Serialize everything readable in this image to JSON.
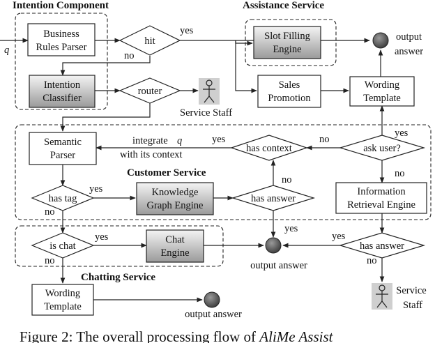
{
  "groups": {
    "intention": "Intention Component",
    "assistance": "Assistance Service",
    "customer": "Customer Service",
    "chatting": "Chatting Service"
  },
  "nodes": {
    "business_rules_1": "Business",
    "business_rules_2": "Rules Parser",
    "hit": "hit",
    "slot_filling_1": "Slot Filling",
    "slot_filling_2": "Engine",
    "output_answer_top_1": "output",
    "output_answer_top_2": "answer",
    "intention_classifier_1": "Intention",
    "intention_classifier_2": "Classifier",
    "router": "router",
    "service_staff_top": "Service Staff",
    "sales_promotion_1": "Sales",
    "sales_promotion_2": "Promotion",
    "wording_template_top_1": "Wording",
    "wording_template_top_2": "Template",
    "semantic_parser_1": "Semantic",
    "semantic_parser_2": "Parser",
    "has_context": "has context",
    "ask_user": "ask user?",
    "has_tag": "has tag",
    "kg_engine_1": "Knowledge",
    "kg_engine_2": "Graph Engine",
    "has_answer_mid": "has answer",
    "ir_engine_1": "Information",
    "ir_engine_2": "Retrieval Engine",
    "is_chat": "is chat",
    "chat_engine_1": "Chat",
    "chat_engine_2": "Engine",
    "output_answer_mid": "output answer",
    "has_answer_right": "has answer",
    "wording_template_bottom_1": "Wording",
    "wording_template_bottom_2": "Template",
    "output_answer_bottom": "output answer",
    "service_staff_bottom_1": "Service",
    "service_staff_bottom_2": "Staff"
  },
  "edge_labels": {
    "q_input": "q",
    "hit_yes": "yes",
    "hit_no": "no",
    "integrate_1": "integrate",
    "integrate_q": "q",
    "integrate_2": "with its context",
    "context_yes": "yes",
    "context_no": "no",
    "ask_yes": "yes",
    "ask_no": "no",
    "tag_yes": "yes",
    "tag_no": "no",
    "answer_mid_no": "no",
    "answer_mid_yes": "yes",
    "chat_yes": "yes",
    "chat_no": "no",
    "answer_right_yes": "yes",
    "answer_right_no": "no"
  },
  "caption": {
    "prefix": "Figure 2: The overall processing flow of ",
    "name": "AliMe Assist"
  },
  "colors": {
    "engine_fill_top": "#f4f4f4",
    "engine_fill_bottom": "#9a9a9a",
    "terminal_fill": "#555555"
  }
}
